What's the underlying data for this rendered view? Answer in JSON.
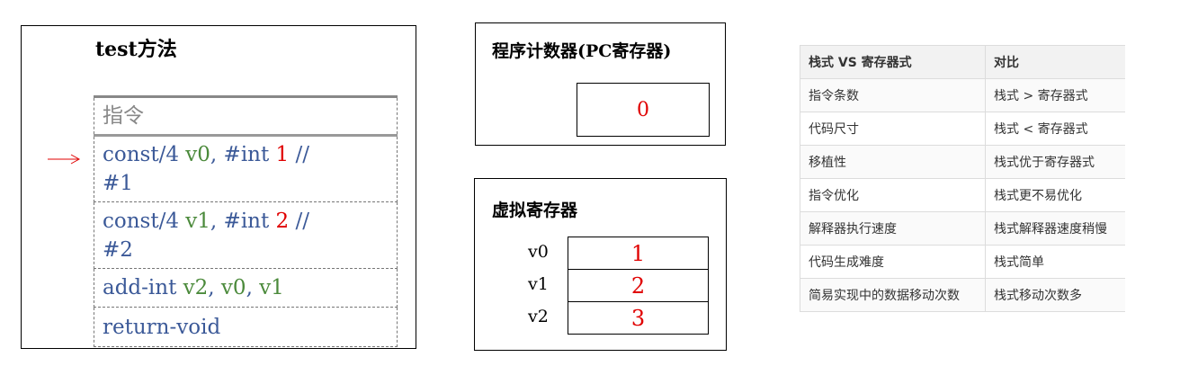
{
  "method_panel": {
    "title": "test方法",
    "instruction_header": "指令",
    "instructions": [
      {
        "op": "const/4 ",
        "reg": "v0",
        "sep": ", #int ",
        "num": "1",
        "tail": " //",
        "line2": "#1"
      },
      {
        "op": "const/4 ",
        "reg": "v1",
        "sep": ", #int ",
        "num": "2",
        "tail": " //",
        "line2": "#2"
      },
      {
        "op": "add-int ",
        "reg": "v2",
        "sep1": ", ",
        "reg2": "v0",
        "sep2": ", ",
        "reg3": "v1"
      },
      {
        "op": "return-void"
      }
    ]
  },
  "pc_panel": {
    "title": "程序计数器(PC寄存器)",
    "value": "0"
  },
  "virtual_registers": {
    "title": "虚拟寄存器",
    "registers": [
      {
        "name": "v0",
        "value": "1"
      },
      {
        "name": "v1",
        "value": "2"
      },
      {
        "name": "v2",
        "value": "3"
      }
    ]
  },
  "comparison_table": {
    "headers": [
      "栈式 VS 寄存器式",
      "对比"
    ],
    "rows": [
      [
        "指令条数",
        "栈式 > 寄存器式"
      ],
      [
        "代码尺寸",
        "栈式 < 寄存器式"
      ],
      [
        "移植性",
        "栈式优于寄存器式"
      ],
      [
        "指令优化",
        "栈式更不易优化"
      ],
      [
        "解释器执行速度",
        "栈式解释器速度稍慢"
      ],
      [
        "代码生成难度",
        "栈式简单"
      ],
      [
        "简易实现中的数据移动次数",
        "栈式移动次数多"
      ]
    ]
  },
  "colors": {
    "instruction_text": "#3b5998",
    "register_text": "#4b8a3b",
    "number_text": "#e00000",
    "arrow": "#e00000"
  }
}
